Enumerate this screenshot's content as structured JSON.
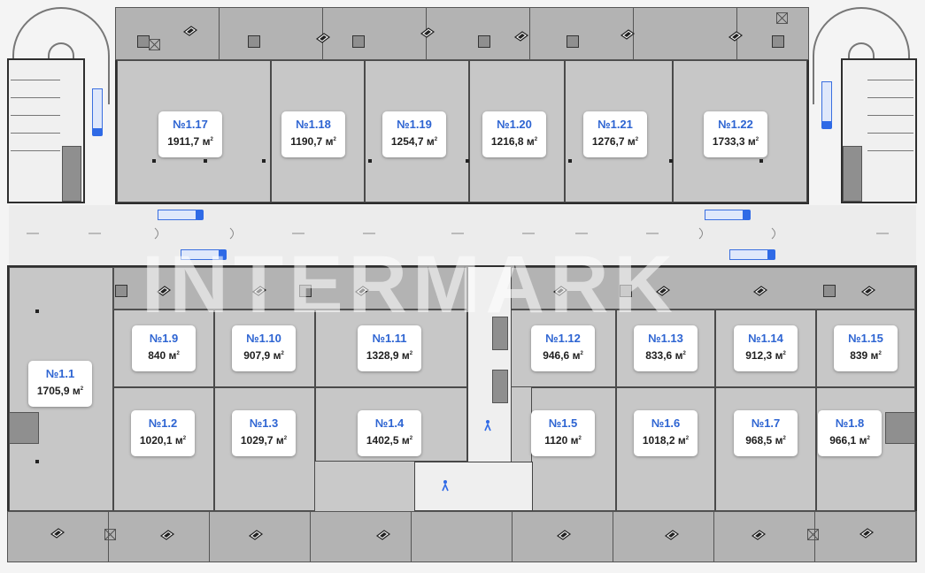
{
  "watermark": "INTERMARK",
  "colors": {
    "unit_fill": "#c7c7c7",
    "label_number": "#2d64d2",
    "truck": "#2f6ae6",
    "wall": "#2e2e2e",
    "road": "#ececec"
  },
  "icons": {
    "gate": "loading-gate-icon",
    "truck": "truck-icon",
    "stair": "stair-icon",
    "hatch": "hatch-icon",
    "person": "person-icon"
  },
  "units": [
    {
      "id": "1.17",
      "number": "№1.17",
      "area": "1911,7 м",
      "sup": "2"
    },
    {
      "id": "1.18",
      "number": "№1.18",
      "area": "1190,7 м",
      "sup": "2"
    },
    {
      "id": "1.19",
      "number": "№1.19",
      "area": "1254,7 м",
      "sup": "2"
    },
    {
      "id": "1.20",
      "number": "№1.20",
      "area": "1216,8 м",
      "sup": "2"
    },
    {
      "id": "1.21",
      "number": "№1.21",
      "area": "1276,7 м",
      "sup": "2"
    },
    {
      "id": "1.22",
      "number": "№1.22",
      "area": "1733,3 м",
      "sup": "2"
    },
    {
      "id": "1.9",
      "number": "№1.9",
      "area": "840 м",
      "sup": "2"
    },
    {
      "id": "1.10",
      "number": "№1.10",
      "area": "907,9 м",
      "sup": "2"
    },
    {
      "id": "1.11",
      "number": "№1.11",
      "area": "1328,9 м",
      "sup": "2"
    },
    {
      "id": "1.12",
      "number": "№1.12",
      "area": "946,6 м",
      "sup": "2"
    },
    {
      "id": "1.13",
      "number": "№1.13",
      "area": "833,6 м",
      "sup": "2"
    },
    {
      "id": "1.14",
      "number": "№1.14",
      "area": "912,3 м",
      "sup": "2"
    },
    {
      "id": "1.15",
      "number": "№1.15",
      "area": "839 м",
      "sup": "2"
    },
    {
      "id": "1.1",
      "number": "№1.1",
      "area": "1705,9 м",
      "sup": "2"
    },
    {
      "id": "1.2",
      "number": "№1.2",
      "area": "1020,1 м",
      "sup": "2"
    },
    {
      "id": "1.3",
      "number": "№1.3",
      "area": "1029,7 м",
      "sup": "2"
    },
    {
      "id": "1.4",
      "number": "№1.4",
      "area": "1402,5 м",
      "sup": "2"
    },
    {
      "id": "1.5",
      "number": "№1.5",
      "area": "1120 м",
      "sup": "2"
    },
    {
      "id": "1.6",
      "number": "№1.6",
      "area": "1018,2 м",
      "sup": "2"
    },
    {
      "id": "1.7",
      "number": "№1.7",
      "area": "968,5 м",
      "sup": "2"
    },
    {
      "id": "1.8",
      "number": "№1.8",
      "area": "966,1 м",
      "sup": "2"
    }
  ]
}
